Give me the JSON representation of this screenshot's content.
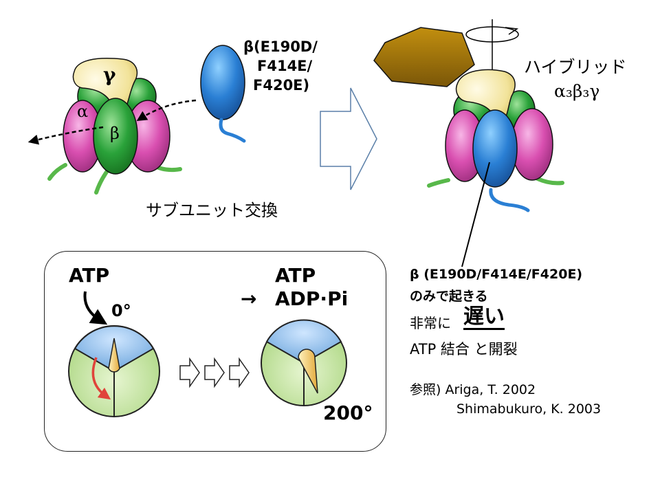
{
  "left_assembly": {
    "gamma_label": "γ",
    "alpha_label": "α",
    "beta_label": "β"
  },
  "mutant": {
    "line1": "β(E190D/",
    "line2": "F414E/",
    "line3": "F420E)"
  },
  "exchange_label": "サブユニット交換",
  "hybrid": {
    "title": "ハイブリッド",
    "formula": "α₃β₃γ"
  },
  "note": {
    "line1": "β (E190D/F414E/F420E)",
    "line2": "のみで起きる",
    "line3_prefix": "非常に",
    "line3_emphasis": "遅い",
    "line4": "ATP 結合 と開裂",
    "ref_line1": "参照) Ariga, T. 2002",
    "ref_line2": "Shimabukuro, K. 2003"
  },
  "inset": {
    "atp_left": "ATP",
    "angle_start": "0°",
    "atp_right": "ATP",
    "arrow_right": "→",
    "adp_pi": "ADP·Pi",
    "angle_end": "200°"
  },
  "colors": {
    "alpha": "#d94fb0",
    "beta_green": "#2aa23a",
    "beta_blue": "#2a7fd4",
    "gamma": "#f2e39a",
    "stalk": "#5a3f0a",
    "actin_filament": "#b8860b",
    "arrow_outline": "#5a7fa8"
  }
}
